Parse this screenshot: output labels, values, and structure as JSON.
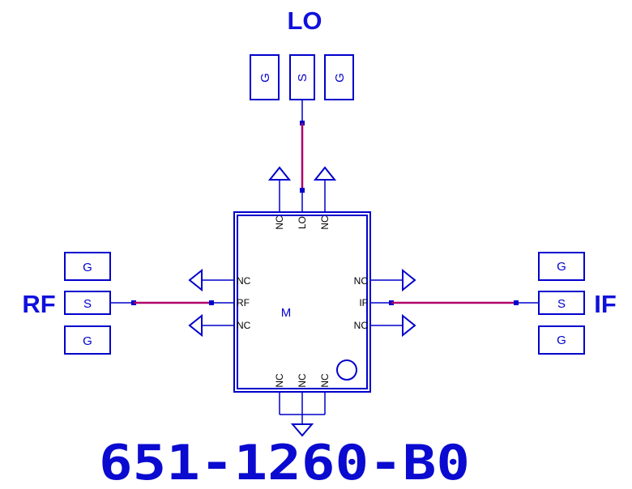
{
  "ports": {
    "lo": "LO",
    "rf": "RF",
    "if": "IF"
  },
  "pads": {
    "ground": "G",
    "signal": "S"
  },
  "pins": {
    "nc": "NC",
    "lo": "LO",
    "rf": "RF",
    "if": "IF"
  },
  "component": {
    "ref": "M"
  },
  "part_number": "651-1260-B0",
  "colors": {
    "symbol": "#0000cc",
    "wire": "#b0006a",
    "label": "#1010dd"
  }
}
